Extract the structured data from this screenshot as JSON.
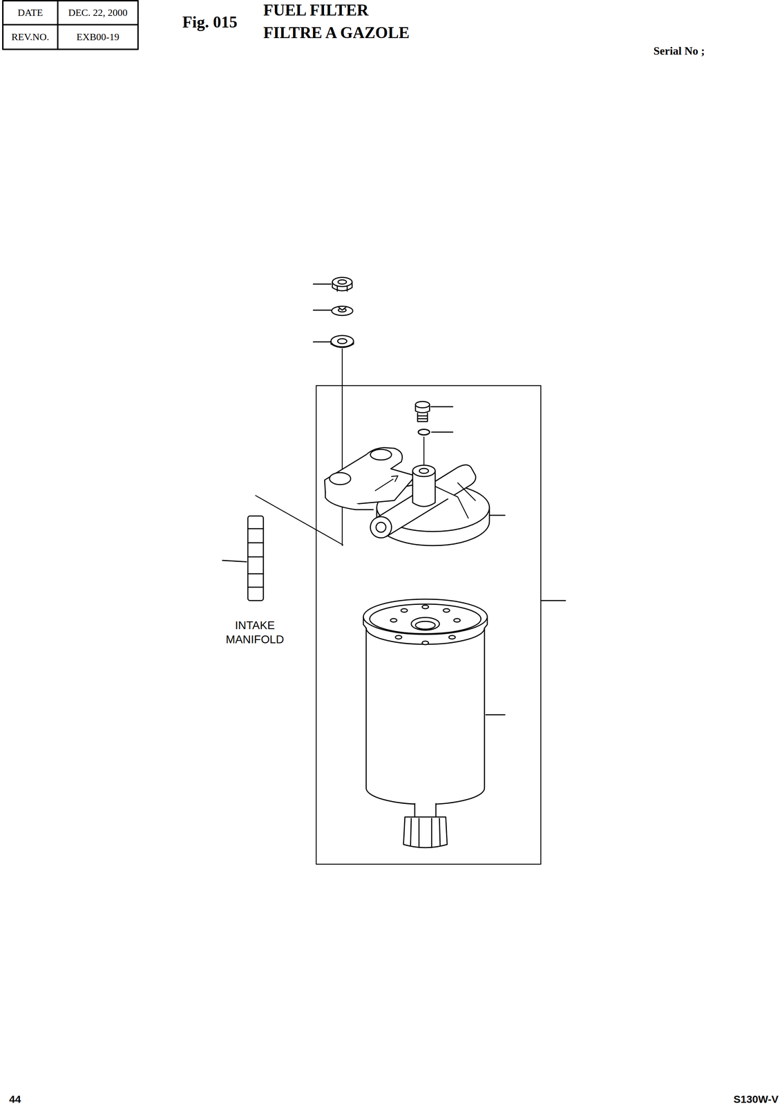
{
  "diagram": {
    "title": "FUEL FILTER",
    "labels": [
      "DATE",
      "DEC. 22, 2000",
      "REV.NO.",
      "EXB00-19",
      "Fig. 015",
      "FILTRE A GAZOLE",
      "Serial No ;",
      "INTAKE MANIFOLD",
      "44",
      "S130W-V"
    ]
  }
}
